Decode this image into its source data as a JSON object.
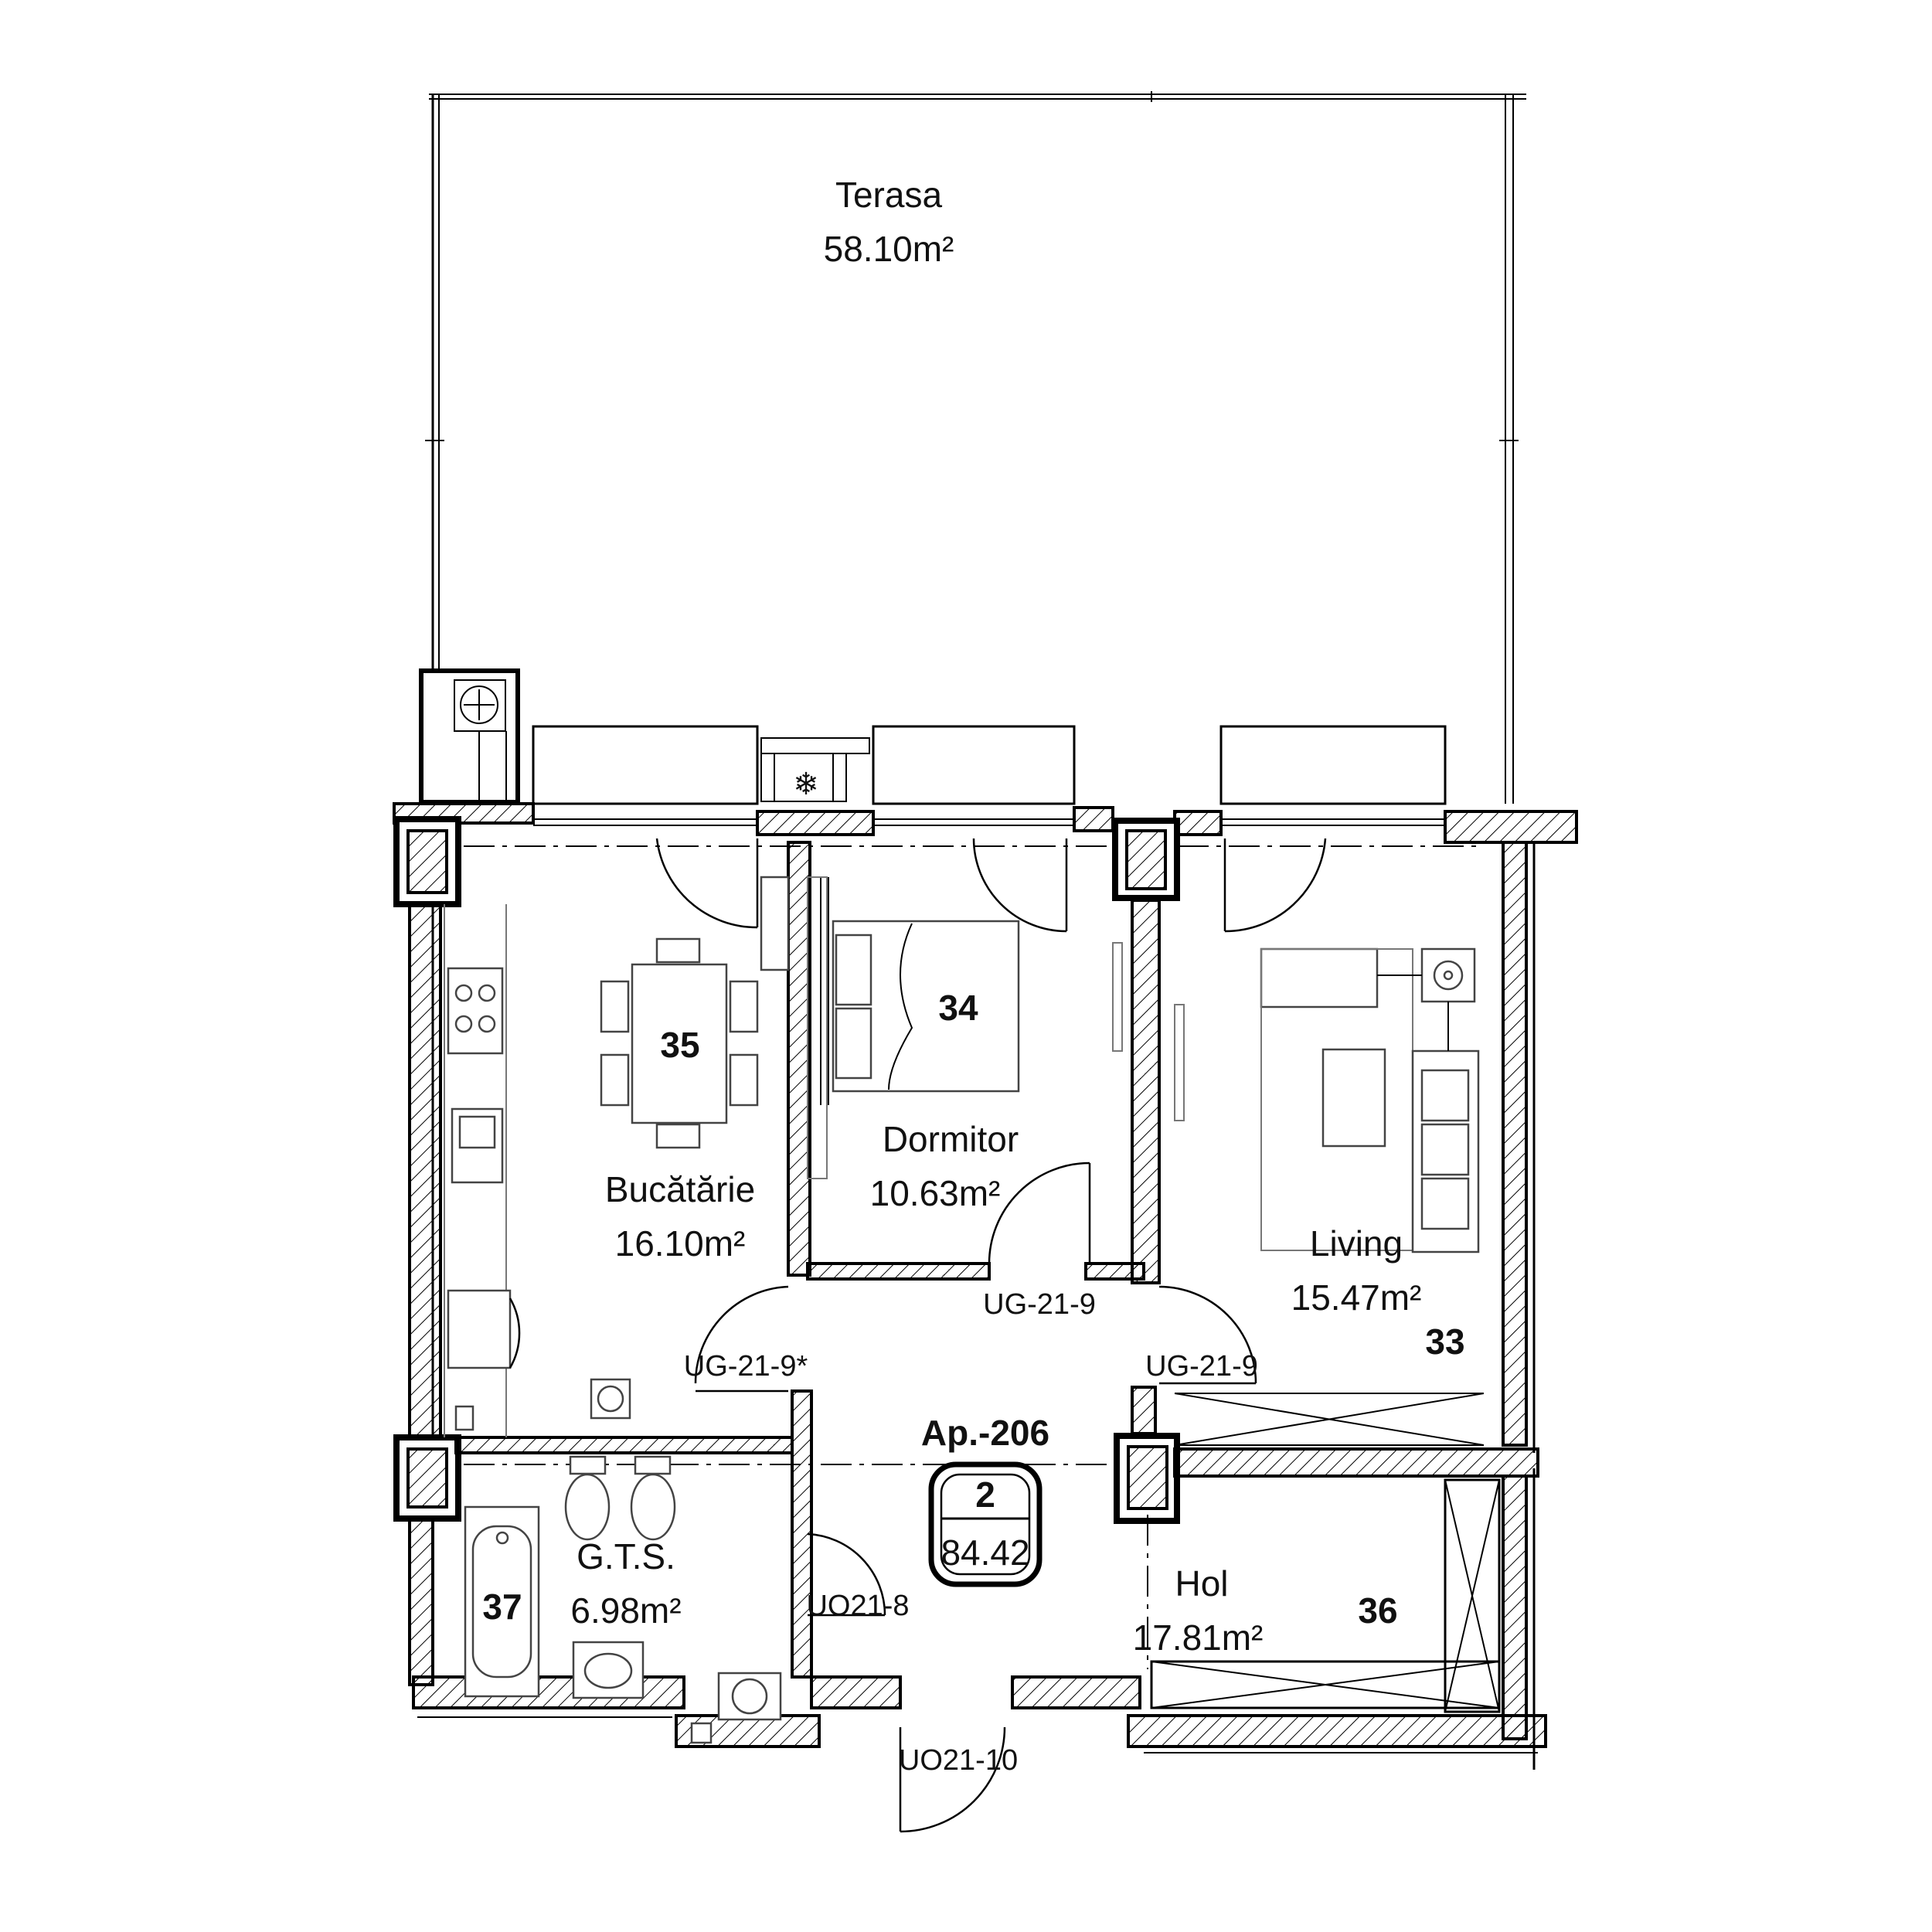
{
  "apartment": {
    "name": "Ap.-206",
    "rooms_count": "2",
    "total_area": "84.42"
  },
  "rooms": {
    "terasa": {
      "name": "Terasa",
      "area": "58.10m²"
    },
    "bucatarie": {
      "name": "Bucătărie",
      "area": "16.10m²",
      "number": "35"
    },
    "dormitor": {
      "name": "Dormitor",
      "area": "10.63m²",
      "number": "34"
    },
    "living": {
      "name": "Living",
      "area": "15.47m²",
      "number": "33"
    },
    "gts": {
      "name": "G.T.S.",
      "area": "6.98m²",
      "number": "37"
    },
    "hol": {
      "name": "Hol",
      "area": "17.81m²",
      "number": "36"
    }
  },
  "door_codes": {
    "kitchen_door": "UG-21-9*",
    "bedroom_door": "UG-21-9",
    "living_door": "UG-21-9",
    "bathroom_door": "UO21-8",
    "entrance_door": "UO21-10"
  }
}
